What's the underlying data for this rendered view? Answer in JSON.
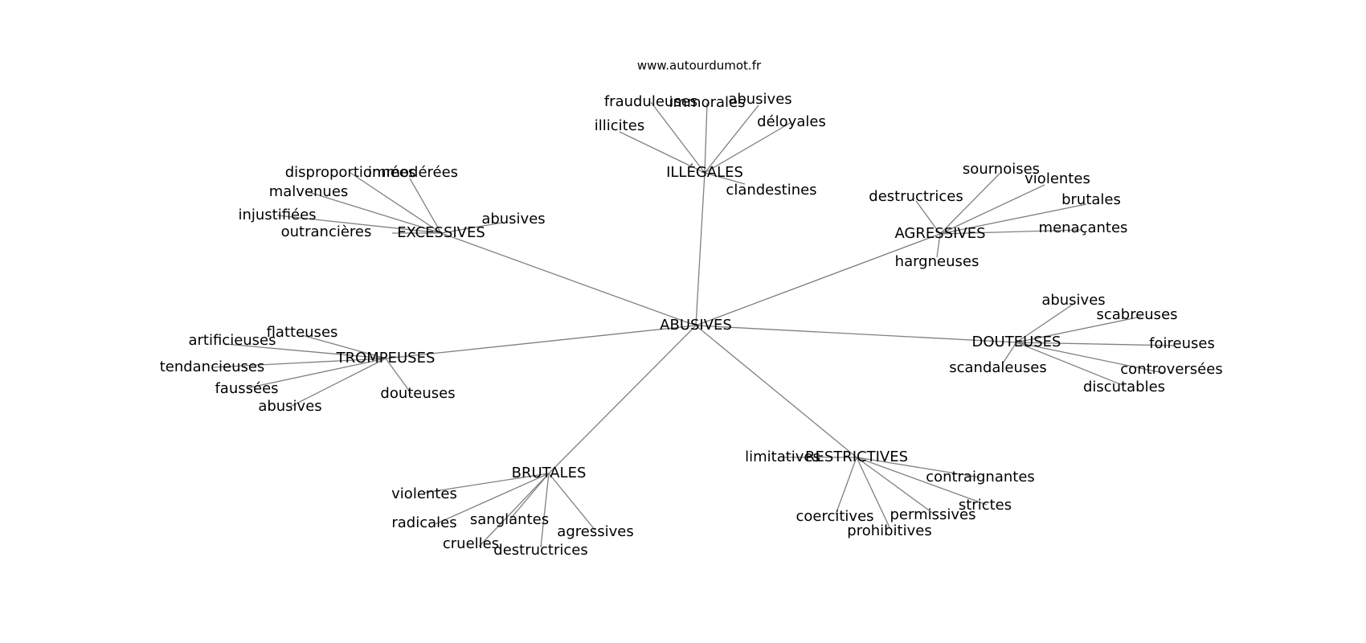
{
  "source_label": "www.autourdumot.fr",
  "root": {
    "label": "ABUSIVES"
  },
  "hubs": [
    {
      "label": "ILLÉGALES",
      "leaves": [
        "frauduleuses",
        "immorales",
        "abusives",
        "déloyales",
        "illicites",
        "clandestines"
      ]
    },
    {
      "label": "EXCESSIVES",
      "leaves": [
        "disproportionnées",
        "immodérées",
        "malvenues",
        "injustifiées",
        "outrancières",
        "abusives"
      ]
    },
    {
      "label": "AGRESSIVES",
      "leaves": [
        "sournoises",
        "violentes",
        "destructrices",
        "brutales",
        "menaçantes",
        "hargneuses"
      ]
    },
    {
      "label": "DOUTEUSES",
      "leaves": [
        "abusives",
        "scabreuses",
        "foireuses",
        "controversées",
        "scandaleuses",
        "discutables"
      ]
    },
    {
      "label": "TROMPEUSES",
      "leaves": [
        "flatteuses",
        "artificieuses",
        "tendancieuses",
        "faussées",
        "abusives",
        "douteuses"
      ]
    },
    {
      "label": "BRUTALES",
      "leaves": [
        "violentes",
        "radicales",
        "sanglantes",
        "agressives",
        "cruelles",
        "destructrices"
      ]
    },
    {
      "label": "RESTRICTIVES",
      "leaves": [
        "limitatives",
        "contraignantes",
        "strictes",
        "coercitives",
        "permissives",
        "prohibitives"
      ]
    }
  ]
}
